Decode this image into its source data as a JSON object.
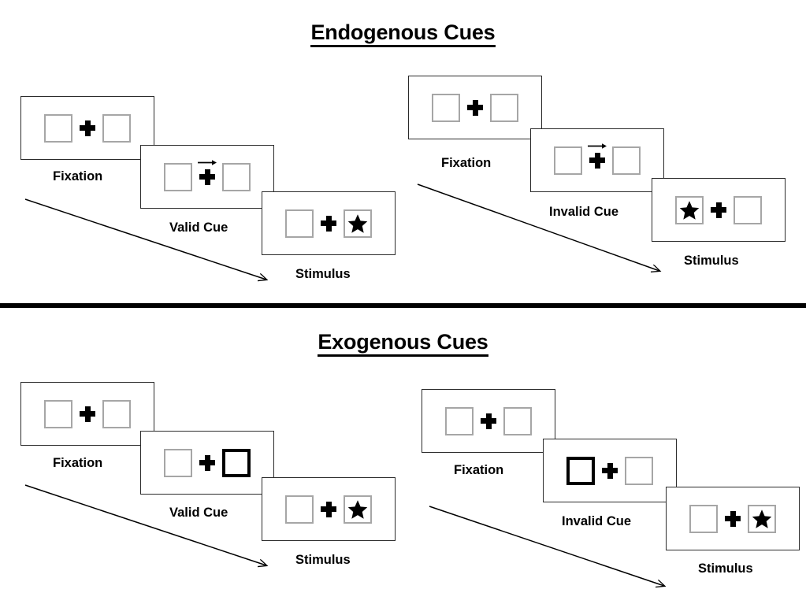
{
  "sections": [
    {
      "id": "endogenous",
      "title": "Endogenous Cues",
      "columns": [
        {
          "id": "endogenous-valid",
          "stages": [
            {
              "label": "Fixation",
              "cue": "none",
              "left_box": "empty",
              "right_box": "empty"
            },
            {
              "label": "Valid Cue",
              "cue": "arrow-right",
              "left_box": "empty",
              "right_box": "empty"
            },
            {
              "label": "Stimulus",
              "cue": "none",
              "left_box": "empty",
              "right_box": "star"
            }
          ]
        },
        {
          "id": "endogenous-invalid",
          "stages": [
            {
              "label": "Fixation",
              "cue": "none",
              "left_box": "empty",
              "right_box": "empty"
            },
            {
              "label": "Invalid Cue",
              "cue": "arrow-right",
              "left_box": "empty",
              "right_box": "empty"
            },
            {
              "label": "Stimulus",
              "cue": "none",
              "left_box": "star",
              "right_box": "empty"
            }
          ]
        }
      ]
    },
    {
      "id": "exogenous",
      "title": "Exogenous Cues",
      "columns": [
        {
          "id": "exogenous-valid",
          "stages": [
            {
              "label": "Fixation",
              "cue": "none",
              "left_box": "empty",
              "right_box": "empty"
            },
            {
              "label": "Valid Cue",
              "cue": "none",
              "left_box": "empty",
              "right_box": "highlighted"
            },
            {
              "label": "Stimulus",
              "cue": "none",
              "left_box": "empty",
              "right_box": "star"
            }
          ]
        },
        {
          "id": "exogenous-invalid",
          "stages": [
            {
              "label": "Fixation",
              "cue": "none",
              "left_box": "empty",
              "right_box": "empty"
            },
            {
              "label": "Invalid Cue",
              "cue": "none",
              "left_box": "highlighted",
              "right_box": "empty"
            },
            {
              "label": "Stimulus",
              "cue": "none",
              "left_box": "empty",
              "right_box": "star"
            }
          ]
        }
      ]
    }
  ],
  "labels": {
    "endo_title": "Endogenous Cues",
    "exo_title": "Exogenous Cues",
    "fixation": "Fixation",
    "valid_cue": "Valid Cue",
    "invalid_cue": "Invalid Cue",
    "stimulus": "Stimulus"
  },
  "colors": {
    "frame_border": "#2b2b2b",
    "box_border": "#a6a6a6",
    "cued_box_border": "#000000",
    "ink": "#000000",
    "background": "#ffffff"
  },
  "icons": {
    "fixation_cross": "plus-icon",
    "arrow_cue": "arrow-right-icon",
    "target": "star-icon",
    "timeline": "diagonal-arrow-icon"
  }
}
